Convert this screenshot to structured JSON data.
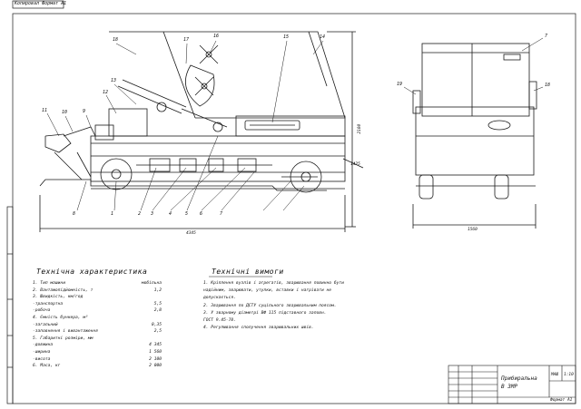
{
  "stamp": "Копировал Формат А1",
  "specs": {
    "title": "Технічна характеристика",
    "rows": [
      {
        "label": "1. Тип машини",
        "value": "мобільна"
      },
      {
        "label": "2. Вантажопідйомність, т",
        "value": "1,2"
      },
      {
        "label": "3. Швидкість, км/год",
        "value": ""
      },
      {
        "label": "-транспортна",
        "value": "5,5"
      },
      {
        "label": "-робоча",
        "value": "2,8"
      },
      {
        "label": "4. Ємність бункера, м³",
        "value": ""
      },
      {
        "label": "-загальний",
        "value": "0,35"
      },
      {
        "label": "-заповнення і вивантаження",
        "value": "2,5"
      },
      {
        "label": "5. Габаритні розміри, мм",
        "value": ""
      },
      {
        "label": "-довжина",
        "value": "4 345"
      },
      {
        "label": "-ширина",
        "value": "1 560"
      },
      {
        "label": "-висота",
        "value": "2 100"
      },
      {
        "label": "6. Маса, кг",
        "value": "2 000"
      }
    ]
  },
  "requirements": {
    "title": "Технічні вимоги",
    "items": [
      "1. Кріплення вузлів і агрегатів, зварювання повинно бути",
      "   надійним, зварювати, утулки, вставки і нагрівати не",
      "   допускається.",
      "2. Зварювання по ДСТУ суцільного зварювальним поясом.",
      "3. У зварному діаметрі ВФ 115 підставного заповн.",
      "   ГОСТ 9.45-78.",
      "4. Регулювання сполучення зварювальних швів."
    ]
  },
  "callouts_side": [
    "18",
    "17",
    "16",
    "15",
    "14",
    "13",
    "12",
    "11",
    "10",
    "9",
    "8",
    "1",
    "2",
    "3",
    "4",
    "5",
    "6",
    "7"
  ],
  "callouts_front": [
    "7",
    "18",
    "19"
  ],
  "dims": {
    "length": "4345",
    "height": "2100",
    "width": "1560",
    "width_top": "1425"
  },
  "title_block": {
    "name": "Прибиральна",
    "name2": "В ЗМР",
    "sheet_code": "МАШ",
    "scale": "1:10",
    "footer": "Формат А1"
  },
  "colors": {
    "line": "#1a1a1a",
    "bg": "#ffffff"
  }
}
